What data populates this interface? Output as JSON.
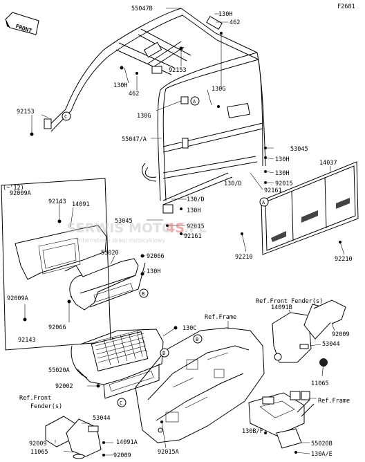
{
  "diagram_code": "F2681",
  "front_badge": "FRONT",
  "inset_note": "(~'12)",
  "watermark": {
    "main_left": "SERWIS",
    "main_mid": "MOTO",
    "main_right": "4S",
    "main_tld": ".PL",
    "sub": "Internetowy sklep motocyklowy"
  },
  "callouts": [
    "A",
    "B",
    "C"
  ],
  "labels": {
    "p55047B": "55047B",
    "p130H_1": "130H",
    "p462_1": "462",
    "p92153_1": "92153",
    "p130H_2": "130H",
    "p462_2": "462",
    "p130G_1": "130G",
    "p130G_2": "130G",
    "p92153_2": "92153",
    "p55047A": "55047/A",
    "p53045_1": "53045",
    "p130H_3": "130H",
    "p14037": "14037",
    "p130H_4": "130H",
    "p92015_1": "92015",
    "p130D_1": "130/D",
    "p92161_1": "92161",
    "p130D_2": "130/D",
    "p130H_5": "130H",
    "p53045_2": "53045",
    "p92015_2": "92015",
    "p92161_2": "92161",
    "p92210_1": "92210",
    "p92210_2": "92210",
    "p92009A_1": "92009A",
    "p92143_1": "92143",
    "p14091": "14091",
    "p55020": "55020",
    "p92066_1": "92066",
    "p130H_6": "130H",
    "p92009A_2": "92009A",
    "p92066_2": "92066",
    "p92143_2": "92143",
    "ref_front_fender_1": "Ref.Front Fender(s)",
    "p14091B": "14091B",
    "p92009_1": "92009",
    "ref_frame_1": "Ref.Frame",
    "p130C": "130C",
    "p53044_1": "53044",
    "p11065_1": "11065",
    "p55020A": "55020A",
    "p92002": "92002",
    "ref_front_fender_2a": "Ref.Front",
    "ref_front_fender_2b": "Fender(s)",
    "p53044_2": "53044",
    "ref_frame_2": "Ref.Frame",
    "p92009_2": "92009",
    "p14091A": "14091A",
    "p11065_2": "11065",
    "p92009_3": "92009",
    "p92015A": "92015A",
    "p130BF": "130B/F",
    "p55020B": "55020B",
    "p130AE": "130A/E"
  }
}
